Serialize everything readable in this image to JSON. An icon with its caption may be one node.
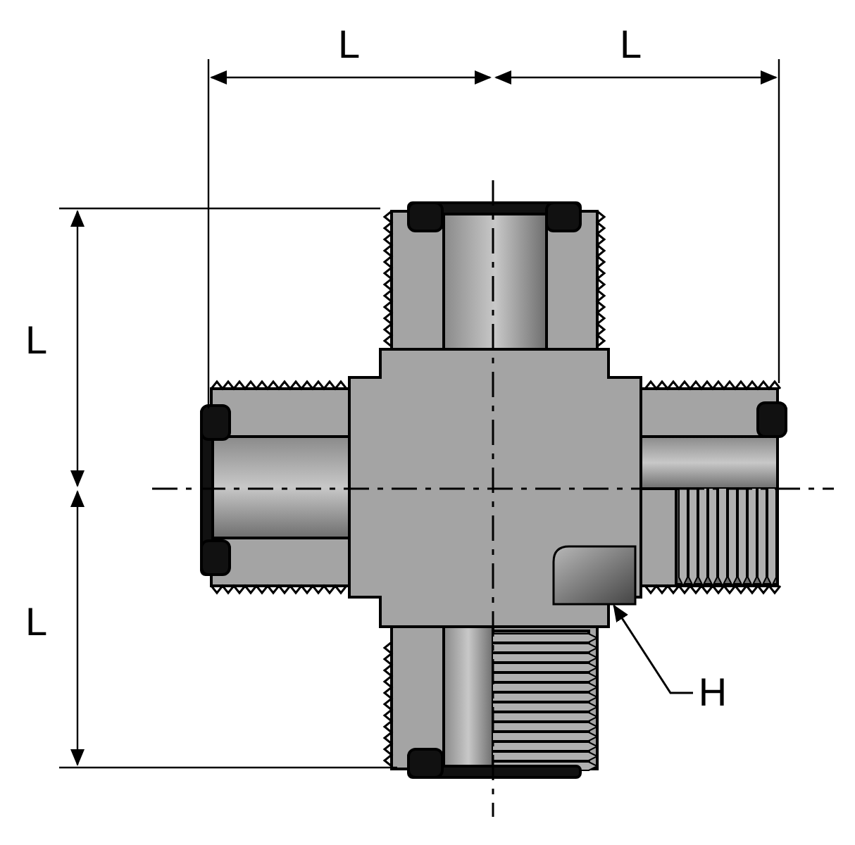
{
  "diagram": {
    "nodes": [
      {
        "text": [
          "H"
        ]
      },
      {
        "text": [],
        "shape": "picture"
      }
    ],
    "edges": [
      {
        "from": 0,
        "to": 1,
        "arrow": "to"
      }
    ],
    "labels": [
      "L",
      "L",
      "L",
      "L"
    ]
  }
}
